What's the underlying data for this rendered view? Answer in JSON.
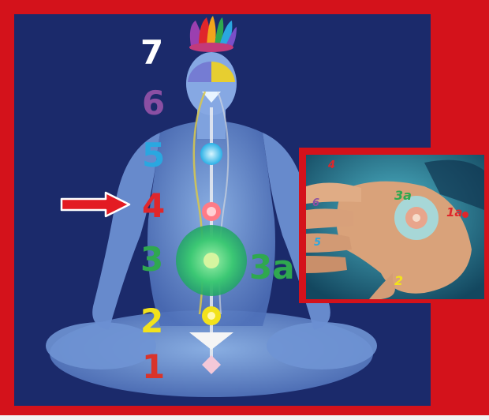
{
  "colors": {
    "frame": "#d4121b",
    "background": "#1b2a6b",
    "chakra_7": "#ffffff",
    "chakra_6": "#8a4fa3",
    "chakra_5": "#2aa7e0",
    "chakra_4": "#e0262b",
    "chakra_3": "#2fa84f",
    "chakra_3a": "#2fa84f",
    "chakra_2": "#f2e21c",
    "chakra_1": "#d9342b"
  },
  "labels": {
    "c7": "7",
    "c6": "6",
    "c5": "5",
    "c4": "4",
    "c3": "3",
    "c3a": "3a",
    "c2": "2",
    "c1": "1"
  },
  "inset": {
    "label_3a": "3a",
    "label_1a": "1a",
    "label_2": "2",
    "label_4": "4",
    "label_5": "5",
    "label_6": "6"
  },
  "arrow_icon": "right-arrow-icon"
}
